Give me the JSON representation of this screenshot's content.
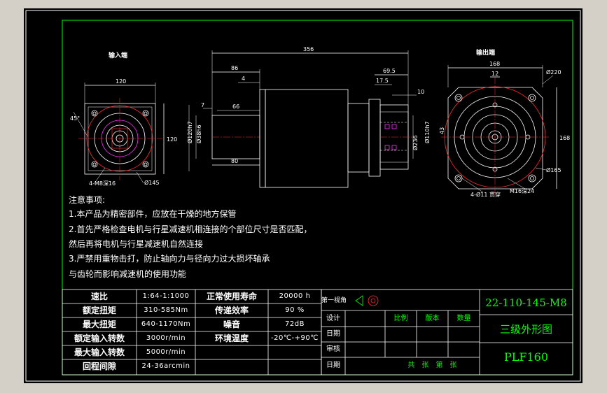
{
  "views": {
    "input_title": "输入端",
    "output_title": "输出端"
  },
  "dims": {
    "d356": "356",
    "d86": "86",
    "d4": "4",
    "d7": "7",
    "d66": "66",
    "d80": "80",
    "d69_5": "69.5",
    "d17_5": "17.5",
    "d10": "10",
    "d120": "120",
    "d120v": "120",
    "phi45": "45°",
    "phi145": "Ø145",
    "m8": "4-M8深16",
    "in_shaft_a": "Ø120h7",
    "in_shaft_b": "Ø38h6",
    "out_shaft_a": "Ø110h7",
    "out_shaft_b": "Ø236",
    "d168": "168",
    "d12": "12",
    "phi220": "Ø220",
    "d168v": "168",
    "d43": "43",
    "phi11": "4-Ø11 贯穿",
    "m16": "M16深24",
    "phi165": "Ø165"
  },
  "notes": {
    "title": "注意事项:",
    "n1": "1.本产品为精密部件，应放在干燥的地方保管",
    "n2": "2.首先严格检查电机与行星减速机相连接的个部位尺寸是否匹配，",
    "n3": "然后再将电机与行星减速机自然连接",
    "n4": "3.严禁用重物击打，防止轴向力与径向力过大损坏轴承",
    "n5": "与齿轮而影响减速机的使用功能"
  },
  "specs": {
    "rows": [
      {
        "label": "速比",
        "value": "1:64-1:1000",
        "label2": "正常使用寿命",
        "value2": "20000 h"
      },
      {
        "label": "额定扭矩",
        "value": "310-585Nm",
        "label2": "传递效率",
        "value2": "90 %"
      },
      {
        "label": "最大扭矩",
        "value": "640-1170Nm",
        "label2": "噪音",
        "value2": "72dB"
      },
      {
        "label": "额定输入转数",
        "value": "3000r/min",
        "label2": "环境温度",
        "value2": "-20℃-+90℃"
      },
      {
        "label": "最大输入转数",
        "value": "5000r/min",
        "label2": "",
        "value2": ""
      },
      {
        "label": "回程间隙",
        "value": "24-36arcmin",
        "label2": "",
        "value2": ""
      }
    ]
  },
  "titleblock": {
    "projection": "第一视角",
    "design": "设计",
    "drafting": "日期",
    "review": "审核",
    "date": "日期",
    "scale": "比例",
    "version": "版本",
    "quantity": "数量",
    "sheets": "共　张　第　张",
    "code": "22-110-145-M8",
    "name": "三级外形图",
    "model": "PLF160"
  },
  "colors": {
    "frame": "#00ff00",
    "accent_red": "#ff3030",
    "drawing": "#ffffff",
    "highlight": "#ff33ff"
  }
}
